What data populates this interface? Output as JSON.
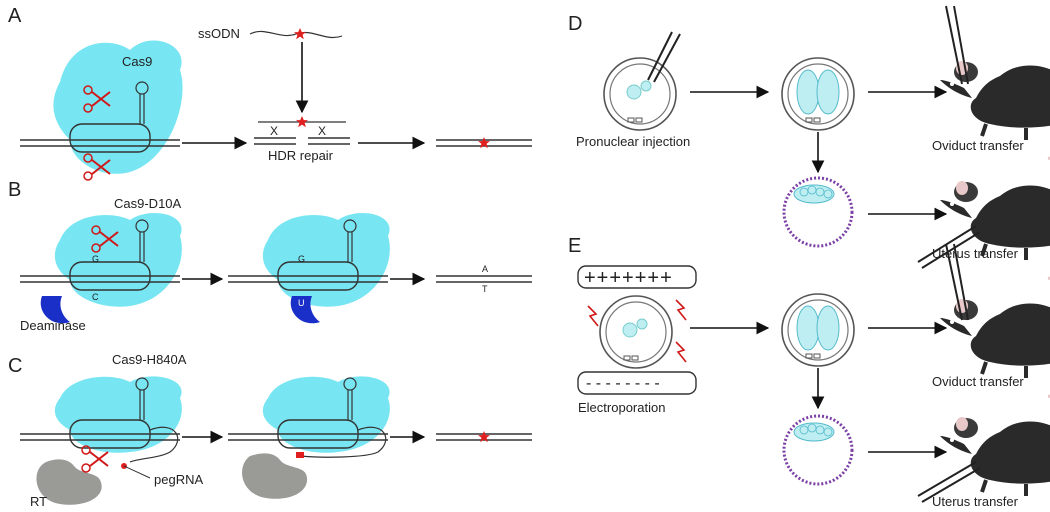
{
  "panels": {
    "a": "A",
    "b": "B",
    "c": "C",
    "d": "D",
    "e": "E"
  },
  "panel_a": {
    "enzyme": "Cas9",
    "donor": "ssODN",
    "cross_left": "X",
    "cross_right": "X",
    "repair": "HDR repair"
  },
  "panel_b": {
    "enzyme": "Cas9-D10A",
    "base_top": "G",
    "base_bottom": "C",
    "base_top_2": "G",
    "base_bottom_2": "U",
    "fusion": "Deaminase",
    "result_top": "A",
    "result_bottom": "T"
  },
  "panel_c": {
    "enzyme": "Cas9-H840A",
    "guide": "pegRNA",
    "rt": "RT"
  },
  "panel_d": {
    "method": "Pronuclear injection",
    "transfer_1": "Oviduct transfer",
    "transfer_2": "Uterus transfer"
  },
  "panel_e": {
    "plus_row": "+++++++",
    "minus_row": "- - - - - - - -",
    "method": "Electroporation",
    "transfer_1": "Oviduct transfer",
    "transfer_2": "Uterus transfer"
  },
  "colors": {
    "cas_blob": "#5fe0f0",
    "scissors": "#d01818",
    "deaminase": "#1a2fc8",
    "rt": "#9a9a96",
    "mouse": "#2a2a2a",
    "cell_outline": "#555555",
    "blastocyst": "#7b3fa6"
  }
}
